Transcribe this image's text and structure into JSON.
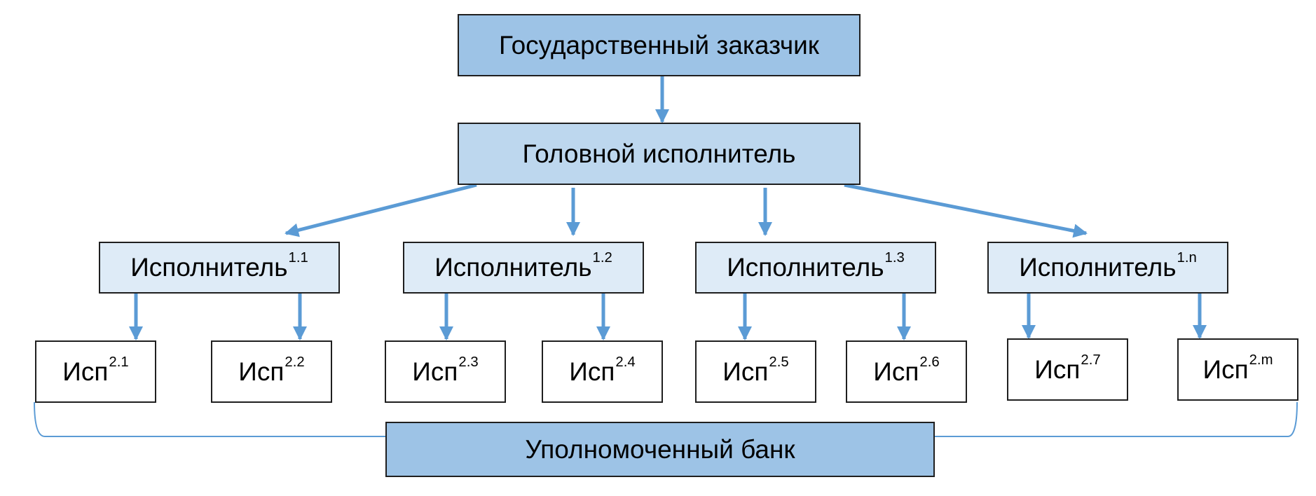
{
  "customer": {
    "label": "Государственный заказчик"
  },
  "head": {
    "label": "Головной исполнитель"
  },
  "level1": [
    {
      "label": "Исполнитель",
      "sup": "1.1"
    },
    {
      "label": "Исполнитель",
      "sup": "1.2"
    },
    {
      "label": "Исполнитель",
      "sup": "1.3"
    },
    {
      "label": "Исполнитель",
      "sup": "1.n"
    }
  ],
  "level2": [
    {
      "label": "Исп",
      "sup": "2.1"
    },
    {
      "label": "Исп",
      "sup": "2.2"
    },
    {
      "label": "Исп",
      "sup": "2.3"
    },
    {
      "label": "Исп",
      "sup": "2.4"
    },
    {
      "label": "Исп",
      "sup": "2.5"
    },
    {
      "label": "Исп",
      "sup": "2.6"
    },
    {
      "label": "Исп",
      "sup": "2.7"
    },
    {
      "label": "Исп",
      "sup": "2.m"
    }
  ],
  "bank": {
    "label": "Уполномоченный банк"
  },
  "colors": {
    "arrow": "#5b9bd5",
    "customer_fill": "#9dc3e6",
    "head_fill": "#bdd7ee",
    "level1_fill": "#deebf7",
    "level2_fill": "#ffffff",
    "bank_fill": "#9dc3e6",
    "border": "#1f1f1f"
  }
}
